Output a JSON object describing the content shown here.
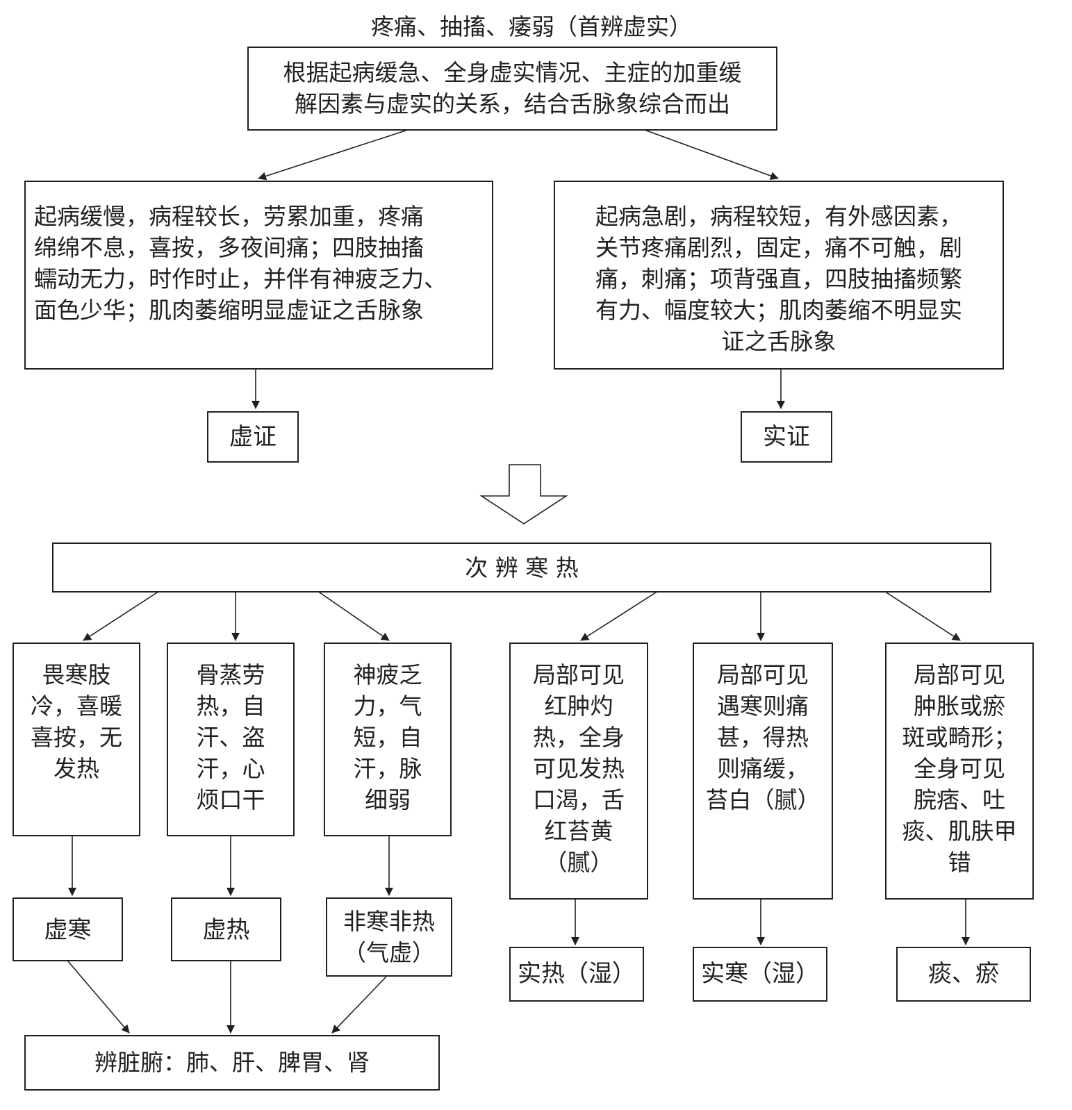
{
  "title": "疼痛、抽搐、痿弱（首辨虚实）",
  "top_box": "根据起病缓急、全身虚实情况、主症的加重缓\n解因素与虚实的关系，结合舌脉象综合而出",
  "deficiency": {
    "description": " 起病缓慢，病程较长，劳累加重，疼痛\n 绵绵不息，喜按，多夜间痛；四肢抽搐\n蠕动无力，时作时止，并伴有神疲乏力、\n 面色少华；肌肉萎缩明显虚证之舌脉象",
    "label": "虚证"
  },
  "excess": {
    "description": "起病急剧，病程较短，有外感因素，\n关节疼痛剧烈，固定，痛不可触，剧\n痛，刺痛；项背强直，四肢抽搐频繁\n有力、幅度较大；肌肉萎缩不明显实\n证之舌脉象",
    "label": "实证"
  },
  "second_step": "次 辨 寒 热",
  "branches": [
    {
      "description": "畏寒肢\n冷，喜暖\n喜按，无\n发热",
      "result": "虚寒"
    },
    {
      "description": "骨蒸劳\n热，自\n汗、盗\n汗，心\n烦口干",
      "result": "虚热"
    },
    {
      "description": "神疲乏\n力，气\n短，自\n汗，脉\n细弱",
      "result": "非寒非热\n（气虚）"
    },
    {
      "description": "局部可见\n红肿灼\n热，全身\n可见发热\n口渴，舌\n红苔黄\n（腻）",
      "result": "实热（湿）"
    },
    {
      "description": "局部可见\n遇寒则痛\n甚，得热\n则痛缓，\n苔白（腻）",
      "result": "实寒（湿）"
    },
    {
      "description": "局部可见\n肿胀或瘀\n斑或畸形；\n全身可见\n脘痞、吐\n痰、肌肤甲\n错",
      "result": "痰、瘀"
    }
  ],
  "organs": "辨脏腑：肺、肝、脾胃、肾"
}
